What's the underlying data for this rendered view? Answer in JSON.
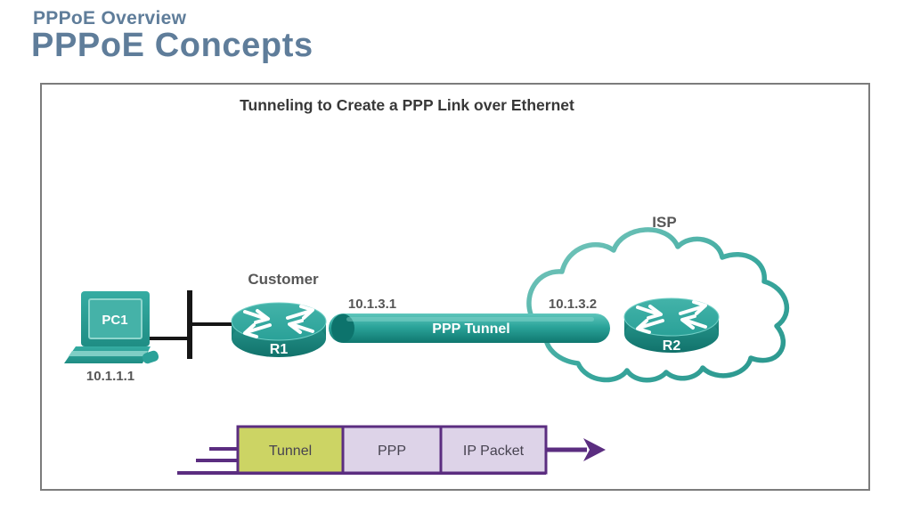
{
  "page": {
    "kicker": "PPPoE Overview",
    "title": "PPPoE Concepts"
  },
  "diagram": {
    "title": "Tunneling to Create a PPP Link over Ethernet",
    "pc": {
      "label": "PC1",
      "ip": "10.1.1.1"
    },
    "r1": {
      "label": "R1",
      "site": "Customer"
    },
    "tunnel": {
      "label": "PPP Tunnel",
      "left_ip": "10.1.3.1",
      "right_ip": "10.1.3.2"
    },
    "isp": {
      "label": "ISP"
    },
    "r2": {
      "label": "R2"
    }
  },
  "packet": {
    "segments": [
      {
        "label": "Tunnel",
        "fill": "#CCD464"
      },
      {
        "label": "PPP",
        "fill": "#DDD3E8"
      },
      {
        "label": "IP Packet",
        "fill": "#DDD3E8"
      }
    ]
  },
  "colors": {
    "accent_teal": "#2AA198",
    "title_slate": "#5F7D9A",
    "purple": "#5B2D80",
    "wire_black": "#161616"
  }
}
